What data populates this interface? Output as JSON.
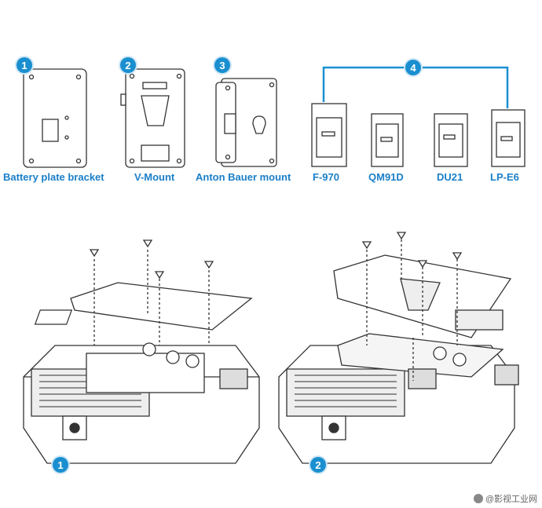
{
  "markers": {
    "m1": "1",
    "m2": "2",
    "m3": "3",
    "m4": "4",
    "b1": "1",
    "b2": "2"
  },
  "captions": {
    "battery_plate": "Battery plate bracket",
    "v_mount": "V-Mount",
    "anton_bauer": "Anton Bauer mount",
    "f970": "F-970",
    "qm91d": "QM91D",
    "du21": "DU21",
    "lpe6": "LP-E6"
  },
  "watermark": "@影视工业网",
  "colors": {
    "accent": "#1a8fd0",
    "caption": "#1a7fc8",
    "line": "#333333"
  }
}
